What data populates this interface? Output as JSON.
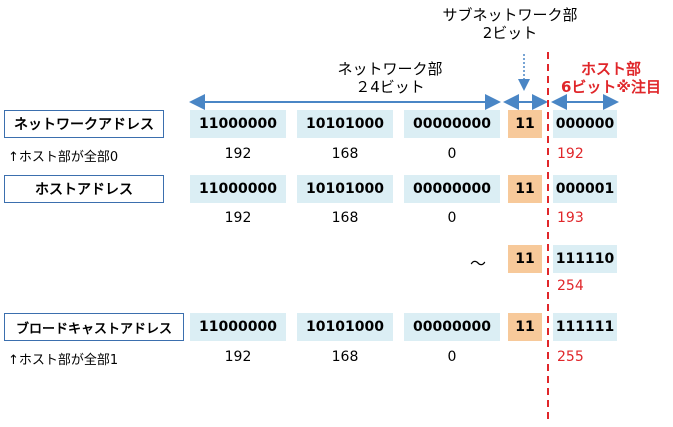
{
  "header": {
    "subnet_line1": "サブネットワーク部",
    "subnet_line2": "2ビット",
    "network_line1": "ネットワーク部",
    "network_line2": "２4ビット",
    "host_line1": "ホスト部",
    "host_line2": "6ビット※注目"
  },
  "rows": {
    "network_address": {
      "label": "ネットワークアドレス",
      "octet1": "11000000",
      "octet2": "10101000",
      "octet3": "00000000",
      "subnet": "11",
      "host": "000000",
      "dec1": "192",
      "dec2": "168",
      "dec3": "0",
      "dec4": "192",
      "note": "↑ホスト部が全部0"
    },
    "host_address": {
      "label": "ホストアドレス",
      "octet1": "11000000",
      "octet2": "10101000",
      "octet3": "00000000",
      "subnet": "11",
      "host": "000001",
      "dec1": "192",
      "dec2": "168",
      "dec3": "0",
      "dec4": "193"
    },
    "range_end": {
      "tilde": "～",
      "subnet": "11",
      "host": "111110",
      "dec4": "254"
    },
    "broadcast_address": {
      "label": "ブロードキャストアドレス",
      "octet1": "11000000",
      "octet2": "10101000",
      "octet3": "00000000",
      "subnet": "11",
      "host": "111111",
      "dec1": "192",
      "dec2": "168",
      "dec3": "0",
      "dec4": "255",
      "note": "↑ホスト部が全部1"
    }
  },
  "colors": {
    "label_border": "#3b6fae",
    "octet_fill": "#dbeef4",
    "subnet_fill": "#f7c99a",
    "host_accent": "#e0262a",
    "arrow": "#4a86c5"
  }
}
